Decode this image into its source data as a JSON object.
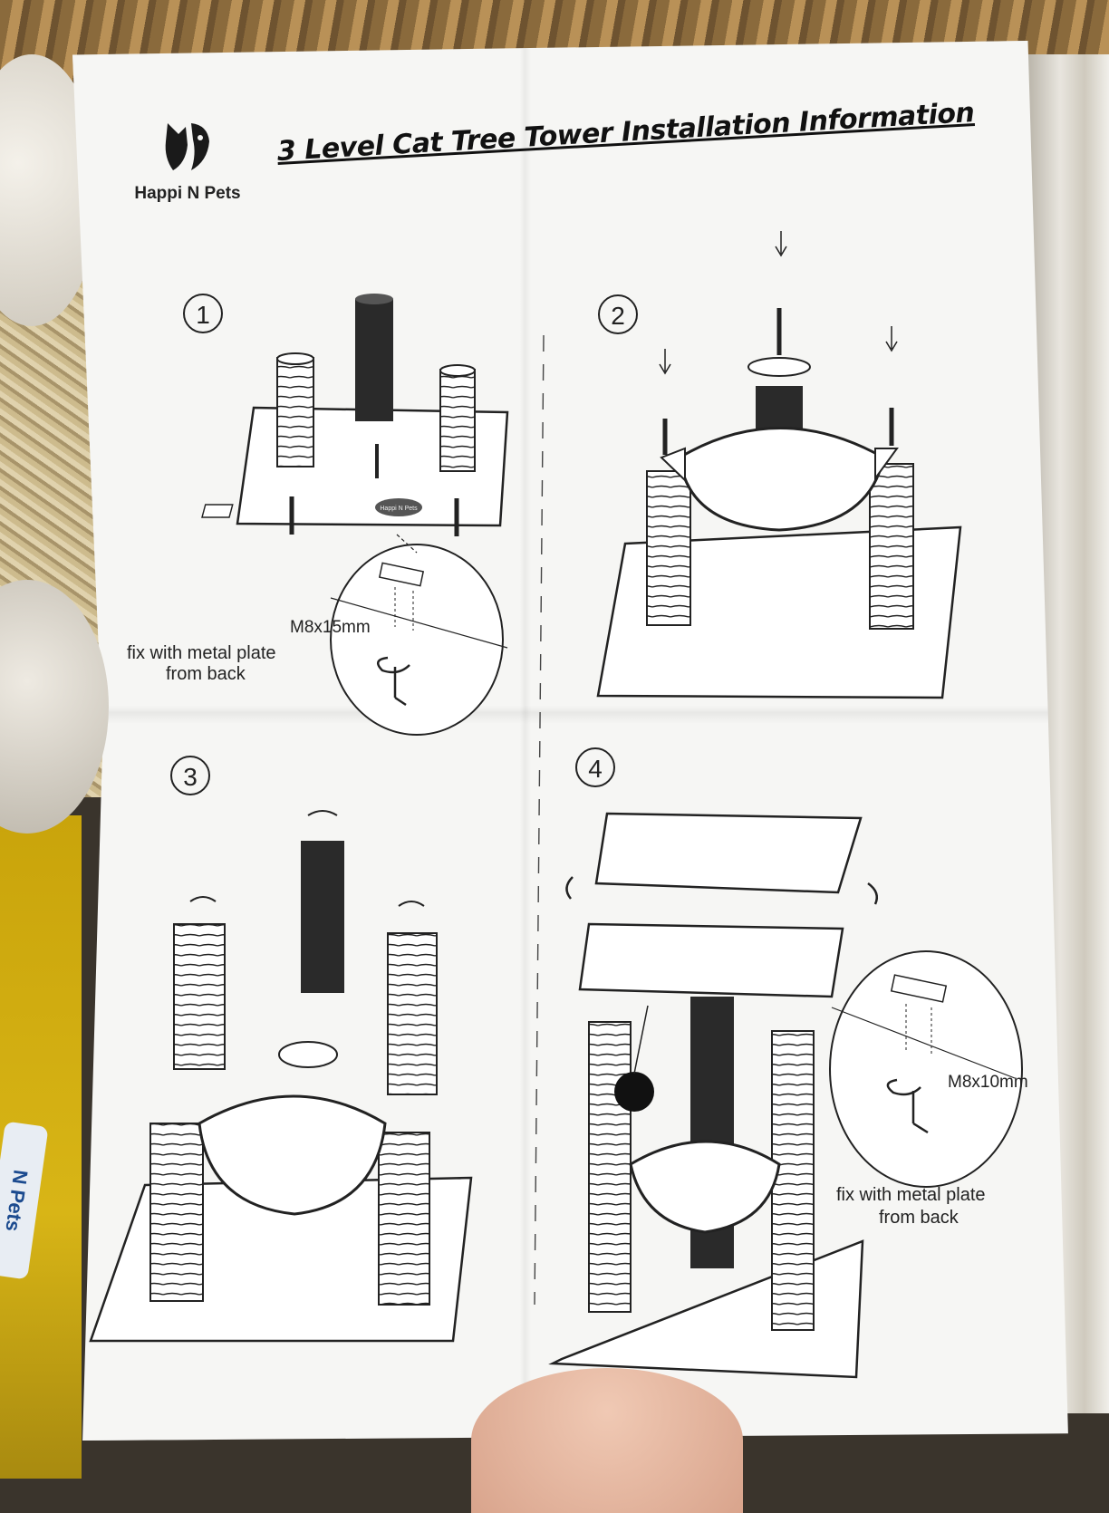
{
  "brand": {
    "name": "Happi N Pets"
  },
  "title": "3 Level Cat Tree Tower Installation Information",
  "side_tag": "N Pets",
  "steps": [
    {
      "number": "1",
      "screw_label": "M8x15mm",
      "note_line1": "fix with metal plate",
      "note_line2": "from back",
      "base_badge": "Happi N Pets"
    },
    {
      "number": "2"
    },
    {
      "number": "3"
    },
    {
      "number": "4",
      "screw_label": "M8x10mm",
      "note_line1": "fix with metal plate",
      "note_line2": "from back"
    }
  ]
}
